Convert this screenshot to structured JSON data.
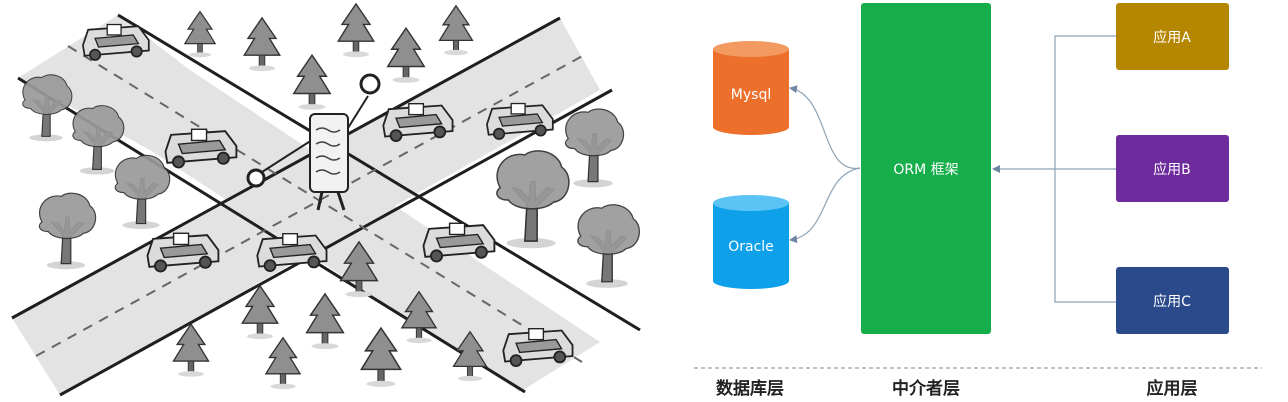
{
  "colors": {
    "mysql": "#EC6F2B",
    "oracle": "#0EA1EA",
    "orm": "#15AE4A",
    "app_a": "#B58600",
    "app_b": "#6D2B9E",
    "app_c": "#2A4A8C",
    "connector": "#8EA4B6"
  },
  "databases": {
    "mysql": "Mysql",
    "oracle": "Oracle"
  },
  "mediator": {
    "label": "ORM 框架"
  },
  "apps": {
    "a": "应用A",
    "b": "应用B",
    "c": "应用C"
  },
  "layers": {
    "database": "数据库层",
    "mediator": "中介者层",
    "application": "应用层"
  }
}
